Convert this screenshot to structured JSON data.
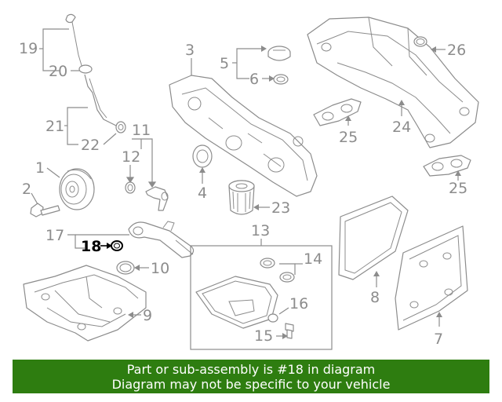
{
  "callouts": {
    "n1": "1",
    "n2": "2",
    "n3": "3",
    "n4": "4",
    "n5": "5",
    "n6": "6",
    "n7": "7",
    "n8": "8",
    "n9": "9",
    "n10": "10",
    "n11": "11",
    "n12": "12",
    "n13": "13",
    "n14": "14",
    "n15": "15",
    "n16": "16",
    "n17": "17",
    "n18": "18",
    "n19": "19",
    "n20": "20",
    "n21": "21",
    "n22": "22",
    "n23": "23",
    "n24": "24",
    "n25a": "25",
    "n25b": "25",
    "n26": "26"
  },
  "highlighted_part": "18",
  "banner": {
    "line1": "Part or sub-assembly is #18 in diagram",
    "line2": "Diagram may not be specific to your vehicle"
  },
  "colors": {
    "banner_bg": "#2e7d10",
    "line_art": "#8c8c8c",
    "highlight": "#000000"
  }
}
